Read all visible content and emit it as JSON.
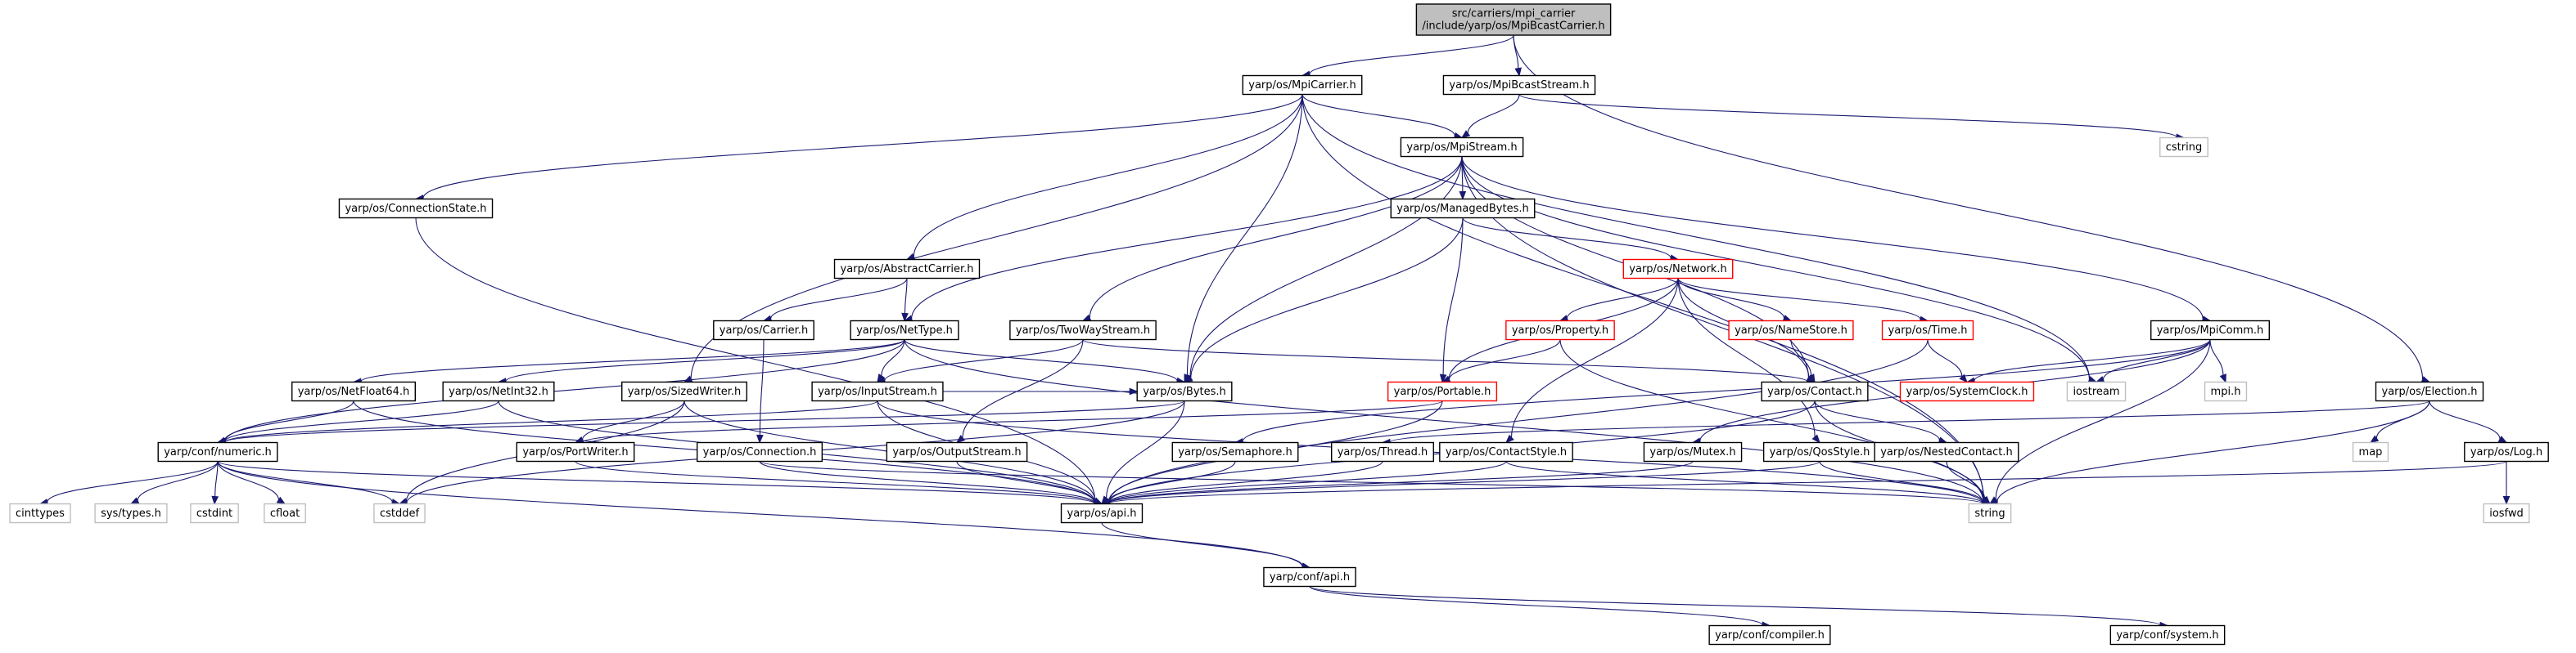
{
  "colors": {
    "edge": "#191970",
    "node_border": "#000000",
    "node_border_incomplete": "#ff0000",
    "node_border_external": "#bfbfbf",
    "root_fill": "#bfbfbf",
    "node_fill": "#ffffff"
  },
  "nodes": [
    {
      "id": "root",
      "lines": [
        "src/carriers/mpi_carrier",
        "/include/yarp/os/MpiBcastCarrier.h"
      ],
      "style": "root"
    },
    {
      "id": "MpiCarrier",
      "lines": [
        "yarp/os/MpiCarrier.h"
      ],
      "style": "normal"
    },
    {
      "id": "MpiBcastStream",
      "lines": [
        "yarp/os/MpiBcastStream.h"
      ],
      "style": "normal"
    },
    {
      "id": "MpiStream",
      "lines": [
        "yarp/os/MpiStream.h"
      ],
      "style": "normal"
    },
    {
      "id": "cstring",
      "lines": [
        "cstring"
      ],
      "style": "external"
    },
    {
      "id": "ConnectionState",
      "lines": [
        "yarp/os/ConnectionState.h"
      ],
      "style": "normal"
    },
    {
      "id": "ManagedBytes",
      "lines": [
        "yarp/os/ManagedBytes.h"
      ],
      "style": "normal"
    },
    {
      "id": "AbstractCarrier",
      "lines": [
        "yarp/os/AbstractCarrier.h"
      ],
      "style": "normal"
    },
    {
      "id": "Network",
      "lines": [
        "yarp/os/Network.h"
      ],
      "style": "incomplete"
    },
    {
      "id": "Carrier",
      "lines": [
        "yarp/os/Carrier.h"
      ],
      "style": "normal"
    },
    {
      "id": "NetType",
      "lines": [
        "yarp/os/NetType.h"
      ],
      "style": "normal"
    },
    {
      "id": "TwoWayStream",
      "lines": [
        "yarp/os/TwoWayStream.h"
      ],
      "style": "normal"
    },
    {
      "id": "Property",
      "lines": [
        "yarp/os/Property.h"
      ],
      "style": "incomplete"
    },
    {
      "id": "NameStore",
      "lines": [
        "yarp/os/NameStore.h"
      ],
      "style": "incomplete"
    },
    {
      "id": "Time",
      "lines": [
        "yarp/os/Time.h"
      ],
      "style": "incomplete"
    },
    {
      "id": "MpiComm",
      "lines": [
        "yarp/os/MpiComm.h"
      ],
      "style": "normal"
    },
    {
      "id": "NetFloat64",
      "lines": [
        "yarp/os/NetFloat64.h"
      ],
      "style": "normal"
    },
    {
      "id": "NetInt32",
      "lines": [
        "yarp/os/NetInt32.h"
      ],
      "style": "normal"
    },
    {
      "id": "SizedWriter",
      "lines": [
        "yarp/os/SizedWriter.h"
      ],
      "style": "normal"
    },
    {
      "id": "InputStream",
      "lines": [
        "yarp/os/InputStream.h"
      ],
      "style": "normal"
    },
    {
      "id": "Bytes",
      "lines": [
        "yarp/os/Bytes.h"
      ],
      "style": "normal"
    },
    {
      "id": "Portable",
      "lines": [
        "yarp/os/Portable.h"
      ],
      "style": "incomplete"
    },
    {
      "id": "Contact",
      "lines": [
        "yarp/os/Contact.h"
      ],
      "style": "normal"
    },
    {
      "id": "SystemClock",
      "lines": [
        "yarp/os/SystemClock.h"
      ],
      "style": "incomplete"
    },
    {
      "id": "iostream",
      "lines": [
        "iostream"
      ],
      "style": "external"
    },
    {
      "id": "mpih",
      "lines": [
        "mpi.h"
      ],
      "style": "external"
    },
    {
      "id": "Election",
      "lines": [
        "yarp/os/Election.h"
      ],
      "style": "normal"
    },
    {
      "id": "numeric",
      "lines": [
        "yarp/conf/numeric.h"
      ],
      "style": "normal"
    },
    {
      "id": "PortWriter",
      "lines": [
        "yarp/os/PortWriter.h"
      ],
      "style": "normal"
    },
    {
      "id": "Connection",
      "lines": [
        "yarp/os/Connection.h"
      ],
      "style": "normal"
    },
    {
      "id": "OutputStream",
      "lines": [
        "yarp/os/OutputStream.h"
      ],
      "style": "normal"
    },
    {
      "id": "Semaphore",
      "lines": [
        "yarp/os/Semaphore.h"
      ],
      "style": "normal"
    },
    {
      "id": "Thread",
      "lines": [
        "yarp/os/Thread.h"
      ],
      "style": "normal"
    },
    {
      "id": "ContactStyle",
      "lines": [
        "yarp/os/ContactStyle.h"
      ],
      "style": "normal"
    },
    {
      "id": "Mutex",
      "lines": [
        "yarp/os/Mutex.h"
      ],
      "style": "normal"
    },
    {
      "id": "QosStyle",
      "lines": [
        "yarp/os/QosStyle.h"
      ],
      "style": "normal"
    },
    {
      "id": "NestedContact",
      "lines": [
        "yarp/os/NestedContact.h"
      ],
      "style": "normal"
    },
    {
      "id": "map",
      "lines": [
        "map"
      ],
      "style": "external"
    },
    {
      "id": "Log",
      "lines": [
        "yarp/os/Log.h"
      ],
      "style": "normal"
    },
    {
      "id": "cinttypes",
      "lines": [
        "cinttypes"
      ],
      "style": "external"
    },
    {
      "id": "systypes",
      "lines": [
        "sys/types.h"
      ],
      "style": "external"
    },
    {
      "id": "cstdint",
      "lines": [
        "cstdint"
      ],
      "style": "external"
    },
    {
      "id": "cfloat",
      "lines": [
        "cfloat"
      ],
      "style": "external"
    },
    {
      "id": "cstddef",
      "lines": [
        "cstddef"
      ],
      "style": "external"
    },
    {
      "id": "osapi",
      "lines": [
        "yarp/os/api.h"
      ],
      "style": "normal"
    },
    {
      "id": "string",
      "lines": [
        "string"
      ],
      "style": "external"
    },
    {
      "id": "iosfwd",
      "lines": [
        "iosfwd"
      ],
      "style": "external"
    },
    {
      "id": "confapi",
      "lines": [
        "yarp/conf/api.h"
      ],
      "style": "normal"
    },
    {
      "id": "compiler",
      "lines": [
        "yarp/conf/compiler.h"
      ],
      "style": "normal"
    },
    {
      "id": "system",
      "lines": [
        "yarp/conf/system.h"
      ],
      "style": "normal"
    }
  ],
  "edges": [
    [
      "root",
      "MpiCarrier"
    ],
    [
      "root",
      "MpiBcastStream"
    ],
    [
      "root",
      "Election"
    ],
    [
      "MpiCarrier",
      "MpiStream"
    ],
    [
      "MpiCarrier",
      "ConnectionState"
    ],
    [
      "MpiCarrier",
      "AbstractCarrier"
    ],
    [
      "MpiCarrier",
      "SizedWriter"
    ],
    [
      "MpiCarrier",
      "Bytes"
    ],
    [
      "MpiCarrier",
      "iostream"
    ],
    [
      "MpiCarrier",
      "string"
    ],
    [
      "MpiBcastStream",
      "MpiStream"
    ],
    [
      "MpiBcastStream",
      "cstring"
    ],
    [
      "MpiStream",
      "ManagedBytes"
    ],
    [
      "MpiStream",
      "NetType"
    ],
    [
      "MpiStream",
      "TwoWayStream"
    ],
    [
      "MpiStream",
      "Bytes"
    ],
    [
      "MpiStream",
      "MpiComm"
    ],
    [
      "MpiStream",
      "Contact"
    ],
    [
      "MpiStream",
      "iostream"
    ],
    [
      "MpiStream",
      "string"
    ],
    [
      "ConnectionState",
      "osapi"
    ],
    [
      "ManagedBytes",
      "Network"
    ],
    [
      "ManagedBytes",
      "Portable"
    ],
    [
      "ManagedBytes",
      "Bytes"
    ],
    [
      "AbstractCarrier",
      "Carrier"
    ],
    [
      "AbstractCarrier",
      "NetType"
    ],
    [
      "Network",
      "Property"
    ],
    [
      "Network",
      "NameStore"
    ],
    [
      "Network",
      "Time"
    ],
    [
      "Network",
      "Portable"
    ],
    [
      "Network",
      "ContactStyle"
    ],
    [
      "Network",
      "QosStyle"
    ],
    [
      "Network",
      "Contact"
    ],
    [
      "Carrier",
      "Connection"
    ],
    [
      "NetType",
      "NetFloat64"
    ],
    [
      "NetType",
      "NetInt32"
    ],
    [
      "NetType",
      "InputStream"
    ],
    [
      "NetType",
      "Bytes"
    ],
    [
      "NetType",
      "numeric"
    ],
    [
      "NetType",
      "string"
    ],
    [
      "TwoWayStream",
      "InputStream"
    ],
    [
      "TwoWayStream",
      "OutputStream"
    ],
    [
      "TwoWayStream",
      "Contact"
    ],
    [
      "Property",
      "Portable"
    ],
    [
      "Property",
      "string"
    ],
    [
      "NameStore",
      "Contact"
    ],
    [
      "Time",
      "SystemClock"
    ],
    [
      "Time",
      "osapi"
    ],
    [
      "MpiComm",
      "SystemClock"
    ],
    [
      "MpiComm",
      "iostream"
    ],
    [
      "MpiComm",
      "mpih"
    ],
    [
      "MpiComm",
      "Semaphore"
    ],
    [
      "MpiComm",
      "Mutex"
    ],
    [
      "MpiComm",
      "string"
    ],
    [
      "NetFloat64",
      "numeric"
    ],
    [
      "NetFloat64",
      "osapi"
    ],
    [
      "NetInt32",
      "numeric"
    ],
    [
      "NetInt32",
      "osapi"
    ],
    [
      "SizedWriter",
      "PortWriter"
    ],
    [
      "SizedWriter",
      "osapi"
    ],
    [
      "SizedWriter",
      "cstddef"
    ],
    [
      "InputStream",
      "Bytes"
    ],
    [
      "InputStream",
      "osapi"
    ],
    [
      "InputStream",
      "numeric"
    ],
    [
      "InputStream",
      "string"
    ],
    [
      "Bytes",
      "osapi"
    ],
    [
      "Bytes",
      "numeric"
    ],
    [
      "Bytes",
      "cstddef"
    ],
    [
      "Portable",
      "PortWriter"
    ],
    [
      "Portable",
      "osapi"
    ],
    [
      "Contact",
      "NestedContact"
    ],
    [
      "Contact",
      "osapi"
    ],
    [
      "Contact",
      "string"
    ],
    [
      "Election",
      "map"
    ],
    [
      "Election",
      "Log"
    ],
    [
      "Election",
      "Thread"
    ],
    [
      "Election",
      "string"
    ],
    [
      "numeric",
      "cinttypes"
    ],
    [
      "numeric",
      "systypes"
    ],
    [
      "numeric",
      "cstdint"
    ],
    [
      "numeric",
      "cfloat"
    ],
    [
      "numeric",
      "cstddef"
    ],
    [
      "numeric",
      "confapi"
    ],
    [
      "numeric",
      "osapi"
    ],
    [
      "PortWriter",
      "osapi"
    ],
    [
      "Connection",
      "osapi"
    ],
    [
      "Connection",
      "string"
    ],
    [
      "OutputStream",
      "osapi"
    ],
    [
      "Semaphore",
      "osapi"
    ],
    [
      "Thread",
      "osapi"
    ],
    [
      "ContactStyle",
      "osapi"
    ],
    [
      "ContactStyle",
      "string"
    ],
    [
      "Mutex",
      "osapi"
    ],
    [
      "QosStyle",
      "osapi"
    ],
    [
      "QosStyle",
      "string"
    ],
    [
      "NestedContact",
      "string"
    ],
    [
      "Log",
      "iosfwd"
    ],
    [
      "Log",
      "osapi"
    ],
    [
      "osapi",
      "confapi"
    ],
    [
      "confapi",
      "compiler"
    ],
    [
      "confapi",
      "system"
    ]
  ]
}
